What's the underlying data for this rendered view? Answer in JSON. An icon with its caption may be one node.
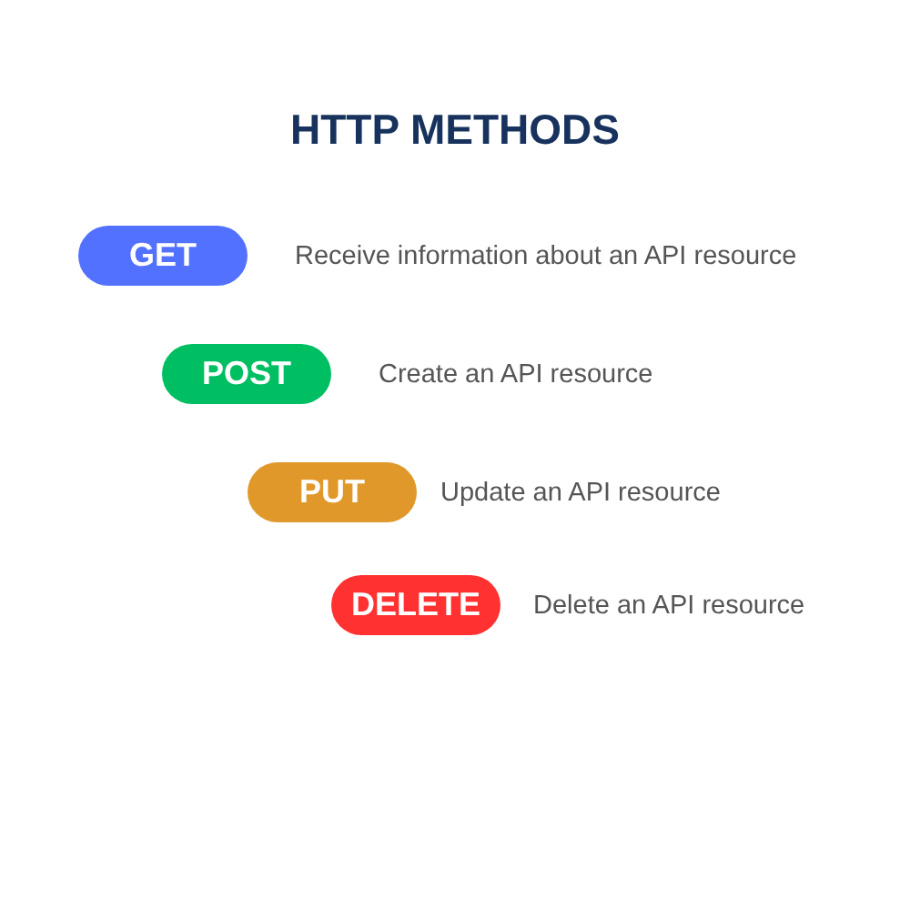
{
  "diagram": {
    "title": "HTTP METHODS",
    "nodes": [
      {
        "text": [
          "GET"
        ],
        "beside": [
          "Receive information about an API resource"
        ]
      },
      {
        "text": [
          "POST"
        ],
        "beside": [
          "Create an API resource"
        ]
      },
      {
        "text": [
          "PUT"
        ],
        "beside": [
          "Update an API resource"
        ]
      },
      {
        "text": [
          "DELETE"
        ],
        "beside": [
          "Delete an API resource"
        ]
      }
    ]
  }
}
